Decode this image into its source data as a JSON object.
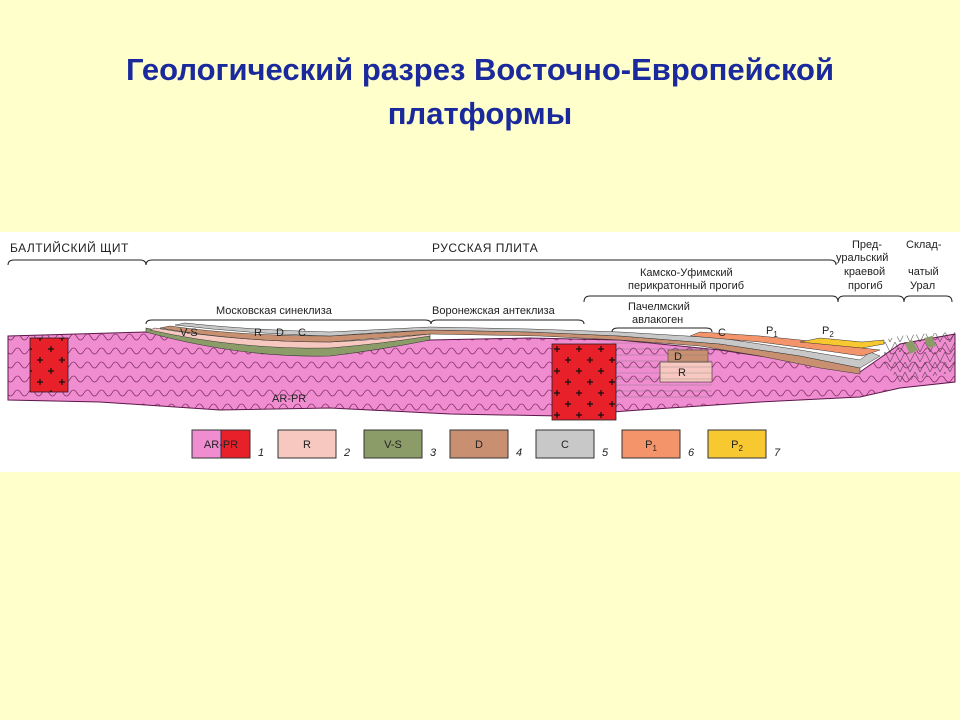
{
  "title": {
    "line1": "Геологический разрез Восточно-Европейской",
    "line2": "платформы"
  },
  "regions": {
    "baltic_shield": "БАЛТИЙСКИЙ ЩИТ",
    "russian_plate": "РУССКАЯ ПЛИТА",
    "pre_ural_1": "Пред-",
    "pre_ural_2": "уральский",
    "pre_ural_3": "краевой",
    "pre_ural_4": "прогиб",
    "fold_ural_1": "Склад-",
    "fold_ural_2": "чатый",
    "fold_ural_3": "Урал"
  },
  "structures": {
    "moscow": "Московская синеклиза",
    "voronezh": "Воронежская антеклиза",
    "kama_1": "Камско-Уфимский",
    "kama_2": "перикратонный прогиб",
    "pachelma_1": "Пачелмский",
    "pachelma_2": "авлакоген"
  },
  "section_labels": {
    "vs": "V-S",
    "r": "R",
    "d": "D",
    "c": "C",
    "ar_pr": "AR-PR",
    "d2": "D",
    "r2": "R",
    "c2": "C",
    "p1": "P",
    "p1_sub": "1",
    "p2": "P",
    "p2_sub": "2"
  },
  "legend": [
    {
      "label": "AR-PR",
      "num": "1",
      "color": "#f08cd0"
    },
    {
      "label": "R",
      "num": "2",
      "color": "#f6c8c0"
    },
    {
      "label": "V-S",
      "num": "3",
      "color": "#8c9c68"
    },
    {
      "label": "D",
      "num": "4",
      "color": "#c89070"
    },
    {
      "label": "C",
      "num": "5",
      "color": "#c8c8c8"
    },
    {
      "label": "P",
      "sub": "1",
      "num": "6",
      "color": "#f4946a"
    },
    {
      "label": "P",
      "sub": "2",
      "num": "7",
      "color": "#f8c830"
    }
  ],
  "colors": {
    "title": "#1a2a9c",
    "background": "#ffffcc",
    "basement": "#f08cd0",
    "intrusion": "#e8202a"
  }
}
